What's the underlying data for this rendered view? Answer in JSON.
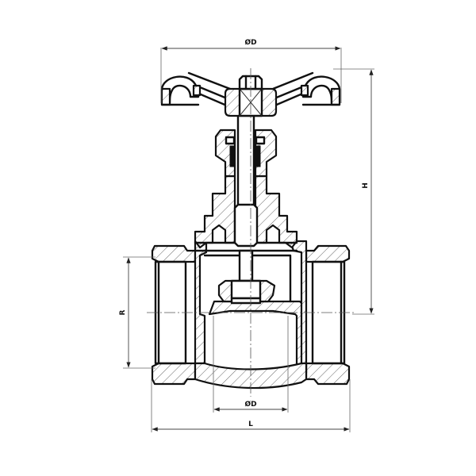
{
  "diagram": {
    "subject": "Globe valve cross-section",
    "colors": {
      "line": "#111111",
      "dimension": "#444444",
      "background": "#ffffff"
    },
    "dimensions": {
      "handwheel_diameter": {
        "label": "ØD"
      },
      "height": {
        "label": "H"
      },
      "thread": {
        "label": "R"
      },
      "bore_diameter": {
        "label": "ØD"
      },
      "length": {
        "label": "L"
      }
    },
    "parts": [
      "handwheel",
      "handwheel-nut",
      "stem",
      "packing-nut",
      "packing",
      "bonnet",
      "disc",
      "body",
      "inlet-port",
      "outlet-port",
      "seat"
    ]
  }
}
